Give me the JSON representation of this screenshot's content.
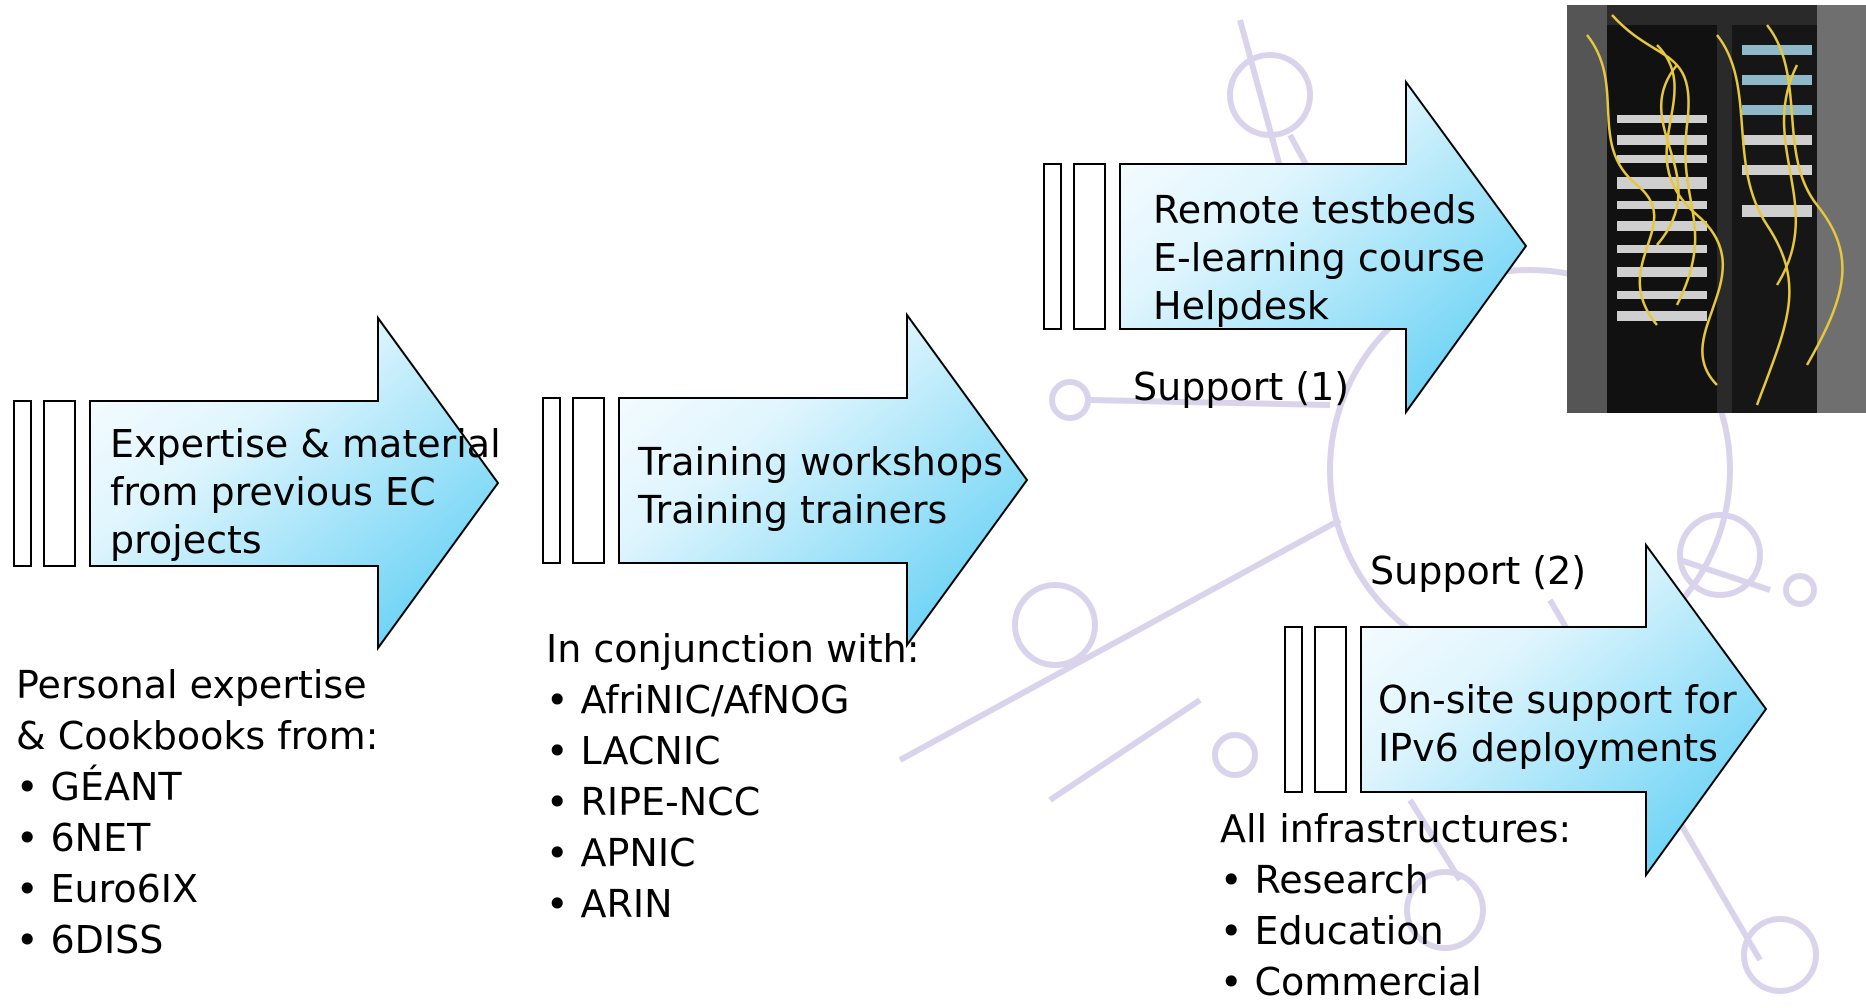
{
  "colors": {
    "arrow_light": "#ffffff",
    "arrow_dark": "#5ccff5",
    "outline": "#000000",
    "watermark": "#cdc6e4",
    "title": "#5522cc"
  },
  "arrows": [
    {
      "lines": [
        "Expertise & material",
        "from previous EC",
        "projects"
      ]
    },
    {
      "lines": [
        "Training workshops",
        "Training trainers"
      ]
    },
    {
      "lines": [
        "Remote testbeds",
        "E-learning course",
        "Helpdesk"
      ]
    },
    {
      "lines": [
        "On-site support for",
        "IPv6 deployments"
      ]
    }
  ],
  "labels": {
    "support1": "Support (1)",
    "support2": "Support (2)"
  },
  "lists": {
    "personal": {
      "intro": [
        "Personal expertise",
        "& Cookbooks from:"
      ],
      "items": [
        "GÉANT",
        "6NET",
        "Euro6IX",
        "6DISS"
      ]
    },
    "conjunction": {
      "intro": [
        "In conjunction with:"
      ],
      "items": [
        "AfriNIC/AfNOG",
        "LACNIC",
        "RIPE-NCC",
        "APNIC",
        "ARIN"
      ]
    },
    "infrastructures": {
      "intro": [
        "All infrastructures:"
      ],
      "items": [
        "Research",
        "Education",
        "Commercial"
      ]
    }
  },
  "photo": {
    "icon": "server-rack-photo"
  }
}
